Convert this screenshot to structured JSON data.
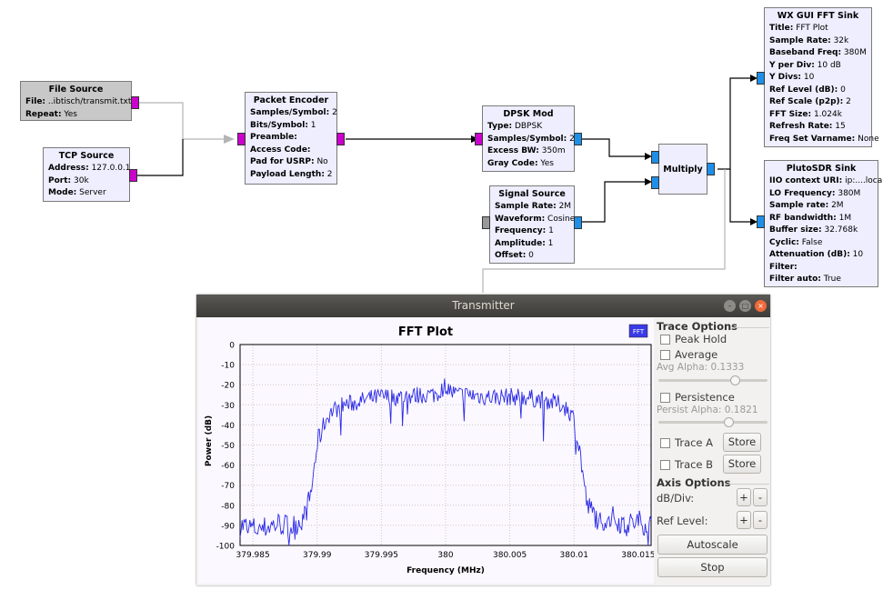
{
  "blocks": {
    "file_source": {
      "title": "File Source",
      "props": [
        {
          "k": "File:",
          "v": " ..ibtisch/transmit.txt"
        },
        {
          "k": "Repeat:",
          "v": " Yes"
        }
      ]
    },
    "tcp_source": {
      "title": "TCP Source",
      "props": [
        {
          "k": "Address:",
          "v": " 127.0.0.1"
        },
        {
          "k": "Port:",
          "v": " 30k"
        },
        {
          "k": "Mode:",
          "v": " Server"
        }
      ]
    },
    "packet_encoder": {
      "title": "Packet Encoder",
      "props": [
        {
          "k": "Samples/Symbol:",
          "v": " 2"
        },
        {
          "k": "Bits/Symbol:",
          "v": " 1"
        },
        {
          "k": "Preamble:",
          "v": ""
        },
        {
          "k": "Access Code:",
          "v": ""
        },
        {
          "k": "Pad for USRP:",
          "v": " No"
        },
        {
          "k": "Payload Length:",
          "v": " 2"
        }
      ]
    },
    "dpsk_mod": {
      "title": "DPSK Mod",
      "props": [
        {
          "k": "Type:",
          "v": " DBPSK"
        },
        {
          "k": "Samples/Symbol:",
          "v": " 2"
        },
        {
          "k": "Excess BW:",
          "v": " 350m"
        },
        {
          "k": "Gray Code:",
          "v": " Yes"
        }
      ]
    },
    "signal_source": {
      "title": "Signal Source",
      "props": [
        {
          "k": "Sample Rate:",
          "v": " 2M"
        },
        {
          "k": "Waveform:",
          "v": " Cosine"
        },
        {
          "k": "Frequency:",
          "v": " 1"
        },
        {
          "k": "Amplitude:",
          "v": " 1"
        },
        {
          "k": "Offset:",
          "v": " 0"
        }
      ]
    },
    "multiply": {
      "title": "Multiply"
    },
    "fft_sink": {
      "title": "WX GUI FFT Sink",
      "props": [
        {
          "k": "Title:",
          "v": " FFT Plot"
        },
        {
          "k": "Sample Rate:",
          "v": " 32k"
        },
        {
          "k": "Baseband Freq:",
          "v": " 380M"
        },
        {
          "k": "Y per Div:",
          "v": " 10 dB"
        },
        {
          "k": "Y Divs:",
          "v": " 10"
        },
        {
          "k": "Ref Level (dB):",
          "v": " 0"
        },
        {
          "k": "Ref Scale (p2p):",
          "v": " 2"
        },
        {
          "k": "FFT Size:",
          "v": " 1.024k"
        },
        {
          "k": "Refresh Rate:",
          "v": " 15"
        },
        {
          "k": "Freq Set Varname:",
          "v": " None"
        }
      ]
    },
    "pluto_sink": {
      "title": "PlutoSDR Sink",
      "props": [
        {
          "k": "IIO context URI:",
          "v": " ip:....local"
        },
        {
          "k": "LO Frequency:",
          "v": " 380M"
        },
        {
          "k": "Sample rate:",
          "v": " 2M"
        },
        {
          "k": "RF bandwidth:",
          "v": " 1M"
        },
        {
          "k": "Buffer size:",
          "v": " 32.768k"
        },
        {
          "k": "Cyclic:",
          "v": " False"
        },
        {
          "k": "Attenuation (dB):",
          "v": " 10"
        },
        {
          "k": "Filter:",
          "v": ""
        },
        {
          "k": "Filter auto:",
          "v": " True"
        }
      ]
    }
  },
  "window": {
    "title": "Transmitter",
    "fft_badge": "FFT",
    "panel": {
      "trace_options": "Trace Options",
      "peak_hold": "Peak Hold",
      "average": "Average",
      "avg_alpha": "Avg Alpha: 0.1333",
      "avg_alpha_value": 0.1333,
      "persistence": "Persistence",
      "persist_alpha": "Persist Alpha: 0.1821",
      "persist_alpha_value": 0.1821,
      "trace_a": "Trace A",
      "trace_b": "Trace B",
      "store": "Store",
      "axis_options": "Axis Options",
      "db_div": "dB/Div:",
      "ref_level": "Ref Level:",
      "plus": "+",
      "minus": "-",
      "autoscale": "Autoscale",
      "stop": "Stop"
    }
  },
  "colors": {
    "trace": "#2a2ae6",
    "port_magenta": "#cc00cc",
    "port_blue": "#1e8fe8",
    "block_gray": "#c8c8c8",
    "block_lav": "#eeeeff"
  },
  "chart_data": {
    "type": "line",
    "title": "FFT Plot",
    "xlabel": "Frequency (MHz)",
    "ylabel": "Power (dB)",
    "xlim": [
      379.984,
      380.016
    ],
    "ylim": [
      -100,
      0
    ],
    "xticks": [
      "379.985",
      "379.99",
      "379.995",
      "380",
      "380.005",
      "380.01",
      "380.015"
    ],
    "yticks": [
      "0",
      "-10",
      "-20",
      "-30",
      "-40",
      "-50",
      "-60",
      "-70",
      "-80",
      "-90",
      "-100"
    ],
    "grid": true,
    "series": [
      {
        "x": [
          379.984,
          379.9855,
          379.987,
          379.988,
          379.989,
          379.9895,
          379.99,
          379.9905,
          379.991,
          379.992,
          379.993,
          379.994,
          379.995,
          379.996,
          379.997,
          379.998,
          379.999,
          379.9995,
          380,
          380.0005,
          380.001,
          380.002,
          380.003,
          380.004,
          380.005,
          380.006,
          380.007,
          380.008,
          380.009,
          380.0095,
          380.01,
          380.0105,
          380.011,
          380.012,
          380.013,
          380.014,
          380.015,
          380.016
        ],
        "y": [
          -90,
          -92,
          -89,
          -91,
          -86,
          -75,
          -50,
          -40,
          -34,
          -30,
          -29,
          -27,
          -26,
          -26,
          -26,
          -25,
          -25,
          -24,
          -20,
          -24,
          -25,
          -25,
          -26,
          -26,
          -26,
          -26,
          -27,
          -28,
          -30,
          -32,
          -37,
          -55,
          -80,
          -88,
          -86,
          -90,
          -88,
          -90
        ]
      }
    ]
  }
}
